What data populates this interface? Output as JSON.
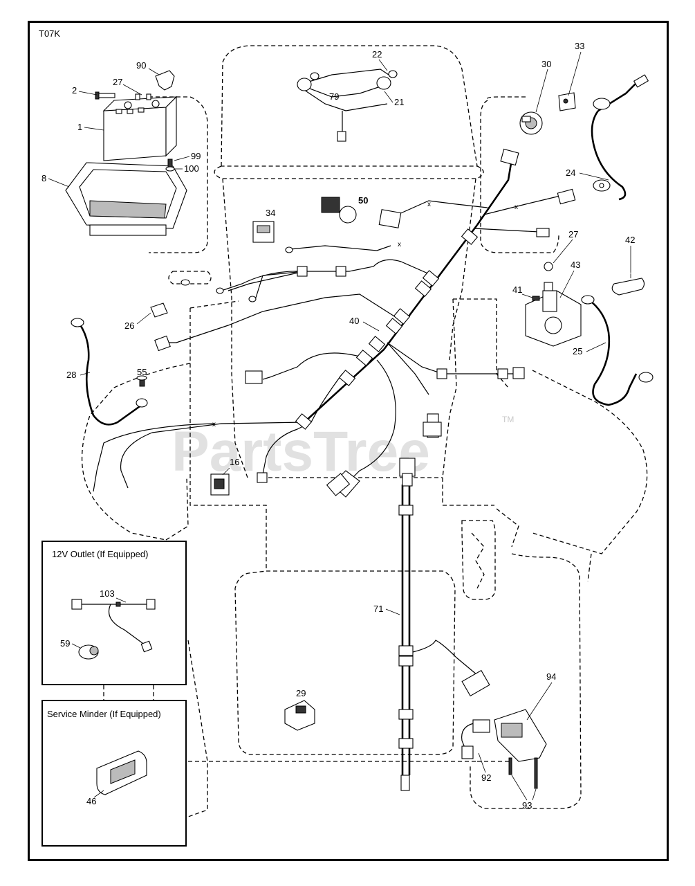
{
  "diagram": {
    "code": "T07K",
    "watermark": "PartsTree",
    "watermark_tm": "TM"
  },
  "insets": {
    "outlet": {
      "title": "12V Outlet (If Equipped)"
    },
    "minder": {
      "title": "Service Minder (If Equipped)"
    }
  },
  "callouts": {
    "c1": "1",
    "c2": "2",
    "c8": "8",
    "c16": "16",
    "c21": "21",
    "c22": "22",
    "c24": "24",
    "c25": "25",
    "c26": "26",
    "c27a": "27",
    "c27b": "27",
    "c28": "28",
    "c29": "29",
    "c30": "30",
    "c33": "33",
    "c34": "34",
    "c40": "40",
    "c41": "41",
    "c42": "42",
    "c43": "43",
    "c46": "46",
    "c50": "50",
    "c55": "55",
    "c59": "59",
    "c71": "71",
    "c79": "79",
    "c90": "90",
    "c92": "92",
    "c93": "93",
    "c94": "94",
    "c99": "99",
    "c100": "100",
    "c103": "103"
  }
}
